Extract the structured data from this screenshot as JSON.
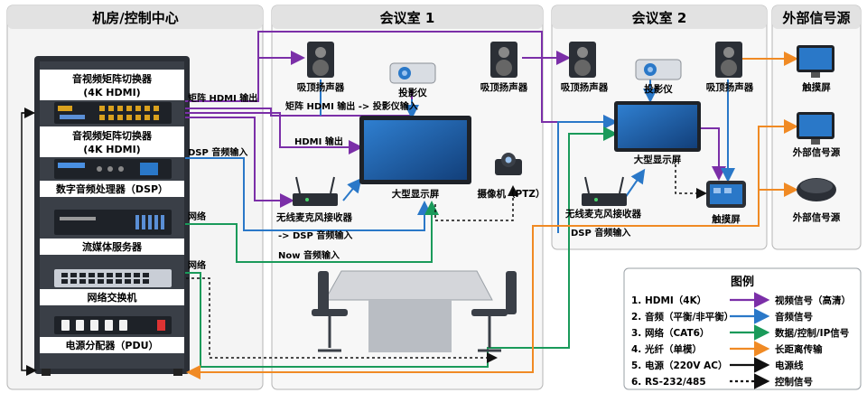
{
  "zones": {
    "control": "机房/控制中心",
    "room1": "会议室 1",
    "room2": "会议室 2",
    "external": "外部信号源"
  },
  "rack": {
    "matrix1": "音视频矩阵切换器",
    "matrix1_sub": "(4K HDMI)",
    "matrix2": "音视频矩阵切换器",
    "matrix2_sub": "(4K HDMI)",
    "dsp": "数字音频处理器（DSP）",
    "streaming": "流媒体服务器",
    "switch": "网络交换机",
    "pdu": "电源分配器（PDU）"
  },
  "room1": {
    "speaker_left": "吸顶扬声器",
    "projector": "投影仪",
    "speaker_right": "吸顶扬声器",
    "display": "大型显示屏",
    "camera": "摄像机（PTZ）",
    "mic_receiver": "无线麦克风接收器"
  },
  "room2": {
    "speaker_left": "吸顶扬声器",
    "projector": "投影仪",
    "speaker_right": "吸顶扬声器",
    "display": "大型显示屏",
    "mic_receiver": "无线麦克风接收器",
    "touch_panel": "触摸屏"
  },
  "external": {
    "touch_screen": "触摸屏",
    "source_1": "外部信号源",
    "source_2": "外部信号源"
  },
  "links": {
    "matrix_hdmi_out": "矩阵 HDMI 输出",
    "matrix_to_projector": "矩阵 HDMI 输出 -> 投影仪输入",
    "hdmi_out": "HDMI 输出",
    "dsp_in": "DSP 音频输入",
    "network_1": "网络",
    "network_2": "网络",
    "to_dsp_in": "-> DSP 音频输入",
    "now_audio_in": "Now 音频输入",
    "room2_dsp_in": "DSP 音频输入"
  },
  "legend": {
    "title": "图例",
    "items": [
      {
        "label": "1. HDMI（4K）",
        "meaning": "视频信号（高清）",
        "color": "#7b2fa8",
        "style": "solid"
      },
      {
        "label": "2. 音频（平衡/非平衡）",
        "meaning": "音频信号",
        "color": "#2a78c8",
        "style": "solid"
      },
      {
        "label": "3. 网络（CAT6）",
        "meaning": "数据/控制/IP信号",
        "color": "#1a9a5a",
        "style": "solid"
      },
      {
        "label": "4. 光纤（单模）",
        "meaning": "长距离传输",
        "color": "#f08a24",
        "style": "solid"
      },
      {
        "label": "5. 电源（220V AC）",
        "meaning": "电源线",
        "color": "#111111",
        "style": "solid"
      },
      {
        "label": "6. RS-232/485",
        "meaning": "控制信号",
        "color": "#111111",
        "style": "dotted"
      }
    ]
  },
  "colors": {
    "hdmi": "#7b2fa8",
    "audio": "#2a78c8",
    "network": "#1a9a5a",
    "fiber": "#f08a24",
    "power": "#111111",
    "display_screen": "#1f5fa8",
    "rack_body": "#2b2f36"
  }
}
